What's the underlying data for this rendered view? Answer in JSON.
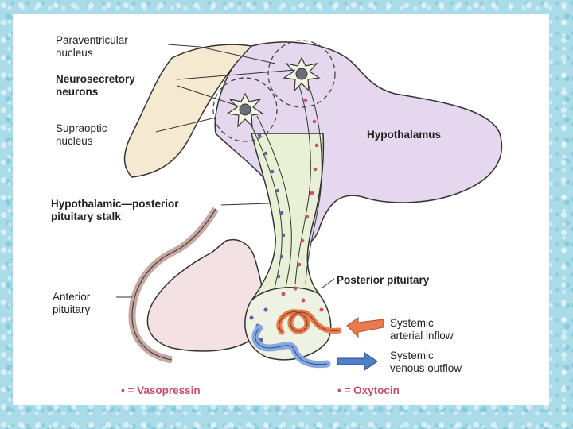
{
  "labels": {
    "paraventricular": [
      "Paraventricular",
      "nucleus"
    ],
    "neurosecretory": [
      "Neurosecretory",
      "neurons"
    ],
    "supraoptic": [
      "Supraoptic",
      "nucleus"
    ],
    "hypothalamus": "Hypothalamus",
    "stalk": [
      "Hypothalamic—posterior",
      "pituitary stalk"
    ],
    "posterior_pituitary": "Posterior pituitary",
    "anterior_pituitary": [
      "Anterior",
      "pituitary"
    ],
    "arterial": [
      "Systemic",
      "arterial inflow"
    ],
    "venous": [
      "Systemic",
      "venous outflow"
    ]
  },
  "legend": {
    "vasopressin": "• = Vasopressin",
    "oxytocin": "• = Oxytocin"
  },
  "colors": {
    "hypothalamus_fill": "#e4d7ee",
    "tan_fill": "#f5ead1",
    "anterior_fill": "#f4e1e3",
    "anterior_edge": "#c7a7a2",
    "stalk_fill": "#e8f1d6",
    "vasopressin_dot": "#6b5aa6",
    "oxytocin_dot": "#cf4f73",
    "arterial": "#e97a4e",
    "venous": "#4f7fc9",
    "legend_text": "#c0506e"
  }
}
